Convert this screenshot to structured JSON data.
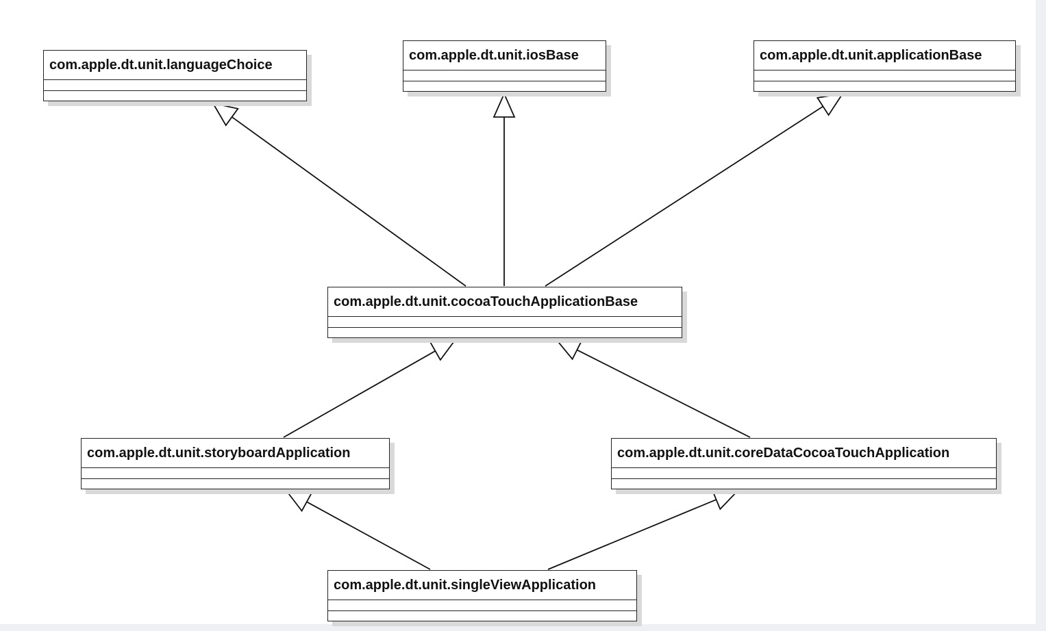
{
  "diagram": {
    "type": "uml-class-inheritance",
    "classes": [
      {
        "id": "languageChoice",
        "name": "com.apple.dt.unit.languageChoice"
      },
      {
        "id": "iosBase",
        "name": "com.apple.dt.unit.iosBase"
      },
      {
        "id": "applicationBase",
        "name": "com.apple.dt.unit.applicationBase"
      },
      {
        "id": "cocoaTouchApplicationBase",
        "name": "com.apple.dt.unit.cocoaTouchApplicationBase"
      },
      {
        "id": "storyboardApplication",
        "name": "com.apple.dt.unit.storyboardApplication"
      },
      {
        "id": "coreDataCocoaTouchApplication",
        "name": "com.apple.dt.unit.coreDataCocoaTouchApplication"
      },
      {
        "id": "singleViewApplication",
        "name": "com.apple.dt.unit.singleViewApplication"
      }
    ],
    "generalizations": [
      {
        "from": "cocoaTouchApplicationBase",
        "to": "languageChoice"
      },
      {
        "from": "cocoaTouchApplicationBase",
        "to": "iosBase"
      },
      {
        "from": "cocoaTouchApplicationBase",
        "to": "applicationBase"
      },
      {
        "from": "storyboardApplication",
        "to": "cocoaTouchApplicationBase"
      },
      {
        "from": "coreDataCocoaTouchApplication",
        "to": "cocoaTouchApplicationBase"
      },
      {
        "from": "singleViewApplication",
        "to": "storyboardApplication"
      },
      {
        "from": "singleViewApplication",
        "to": "coreDataCocoaTouchApplication"
      }
    ]
  }
}
